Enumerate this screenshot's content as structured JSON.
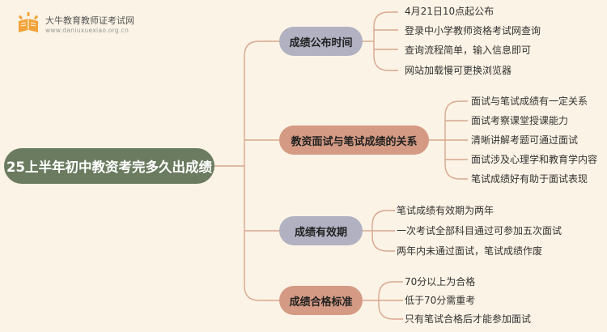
{
  "logo": {
    "name": "大牛教育教师证考试网",
    "url": "www.daniuxuexiao.org.cn"
  },
  "root": {
    "label": "25上半年初中教资考完多久出成绩"
  },
  "branches": [
    {
      "label": "成绩公布时间",
      "leaves": [
        "4月21日10点起公布",
        "登录中小学教师资格考试网查询",
        "查询流程简单，输入信息即可",
        "网站加载慢可更换浏览器"
      ]
    },
    {
      "label": "教资面试与笔试成绩的关系",
      "leaves": [
        "面试与笔试成绩有一定关系",
        "面试考察课堂授课能力",
        "清晰讲解考题可通过面试",
        "面试涉及心理学和教育学内容",
        "笔试成绩好有助于面试表现"
      ]
    },
    {
      "label": "成绩有效期",
      "leaves": [
        "笔试成绩有效期为两年",
        "一次考试全部科目通过可参加五次面试",
        "两年内未通过面试，笔试成绩作废"
      ]
    },
    {
      "label": "成绩合格标准",
      "leaves": [
        "70分以上为合格",
        "低于70分需重考",
        "只有笔试合格后才能参加面试"
      ]
    }
  ],
  "colors": {
    "background": "#fbf3e5",
    "root": "#6b7b60",
    "branch_gray": "#b1b1c2",
    "branch_brown": "#d49a83",
    "connector": "#d8a890"
  }
}
